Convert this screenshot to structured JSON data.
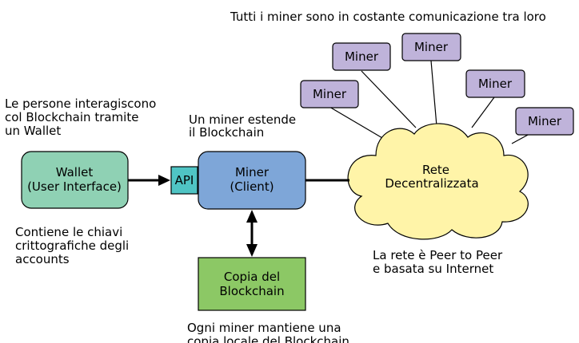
{
  "annotations": {
    "top_right": "Tutti i miner sono in costante comunicazione tra loro",
    "people_line1": "Le persone interagiscono",
    "people_line2": "col Blockchain tramite",
    "people_line3": "un Wallet",
    "miner_extends_line1": "Un miner estende",
    "miner_extends_line2": "il Blockchain",
    "keys_line1": "Contiene le chiavi",
    "keys_line2": "crittografiche degli",
    "keys_line3": "accounts",
    "p2p_line1": "La rete è Peer to Peer",
    "p2p_line2": "e basata su Internet",
    "local_copy_line1": "Ogni miner mantiene una",
    "local_copy_line2": "copia locale del Blockchain"
  },
  "wallet": {
    "line1": "Wallet",
    "line2": "(User Interface)"
  },
  "api": {
    "label": "API"
  },
  "client_miner": {
    "line1": "Miner",
    "line2": "(Client)"
  },
  "blockchain_copy": {
    "line1": "Copia del",
    "line2": "Blockchain"
  },
  "network": {
    "line1": "Rete",
    "line2": "Decentralizzata"
  },
  "peer_miners": [
    "Miner",
    "Miner",
    "Miner",
    "Miner",
    "Miner"
  ],
  "colors": {
    "wallet": "#8fd1b4",
    "api": "#4fc4c4",
    "client_miner": "#7ea6d8",
    "blockchain_copy": "#8cc865",
    "network": "#fff4a8",
    "peer_miner": "#bfb3da"
  }
}
